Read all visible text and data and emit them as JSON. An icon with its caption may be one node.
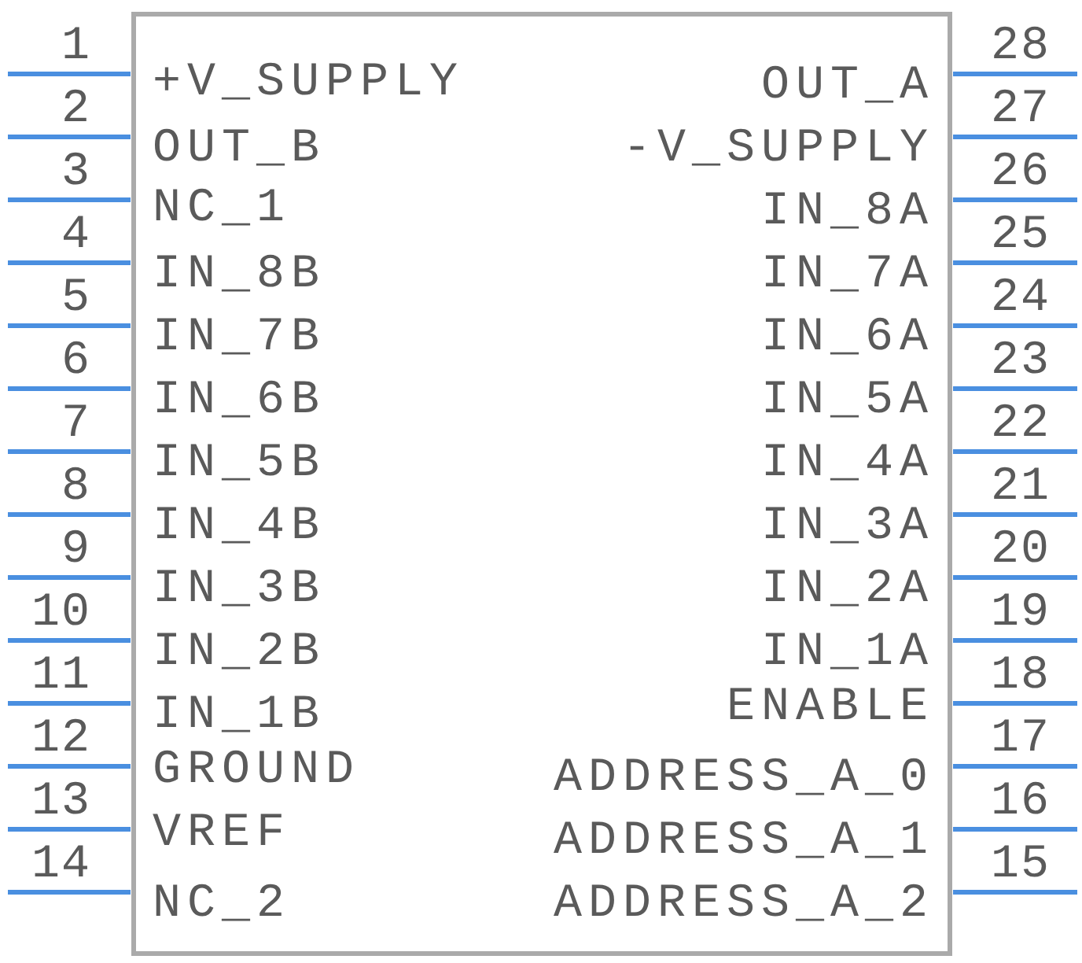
{
  "diagram": {
    "labels": [
      "1",
      "+V_SUPPLY",
      "OUT_A",
      "28",
      "2",
      "OUT_B",
      "-V_SUPPLY",
      "27",
      "3",
      "NC_1",
      "IN_8A",
      "26",
      "4",
      "IN_8B",
      "IN_7A",
      "25",
      "5",
      "IN_7B",
      "IN_6A",
      "24",
      "6",
      "IN_6B",
      "IN_5A",
      "23",
      "7",
      "IN_5B",
      "IN_4A",
      "22",
      "8",
      "IN_4B",
      "IN_3A",
      "21",
      "9",
      "IN_3B",
      "IN_2A",
      "20",
      "10",
      "IN_2B",
      "IN_1A",
      "19",
      "11",
      "IN_1B",
      "ENABLE",
      "18",
      "12",
      "GROUND",
      "ADDRESS_A_0",
      "17",
      "13",
      "VREF",
      "ADDRESS_A_1",
      "16",
      "14",
      "NC_2",
      "ADDRESS_A_2",
      "15"
    ]
  }
}
